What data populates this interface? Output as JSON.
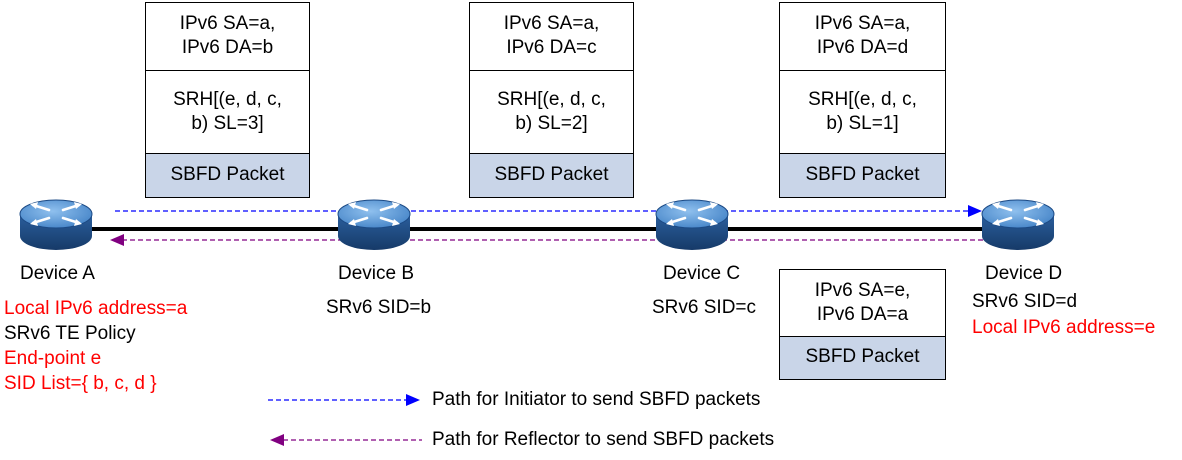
{
  "colors": {
    "initiator_arrow": "#0000ff",
    "reflector_arrow": "#800080",
    "highlight_text": "#ff0000",
    "sbfd_fill": "#c9d5e8"
  },
  "devices": [
    {
      "name": "Device A",
      "icon": "router-icon"
    },
    {
      "name": "Device B",
      "icon": "router-icon",
      "sid": "SRv6 SID=b"
    },
    {
      "name": "Device C",
      "icon": "router-icon",
      "sid": "SRv6 SID=c"
    },
    {
      "name": "Device D",
      "icon": "router-icon",
      "sid": "SRv6 SID=d",
      "local": "Local IPv6 address=e"
    }
  ],
  "device_a_info": {
    "local": "Local IPv6 address=a",
    "policy": "SRv6 TE Policy",
    "endpoint": "End-point e",
    "sidlist": "SID List={ b, c, d }"
  },
  "packets": [
    {
      "header_l1": "IPv6 SA=a,",
      "header_l2": "IPv6 DA=b",
      "srh_l1": "SRH[(e, d, c,",
      "srh_l2": "b) SL=3]",
      "payload": "SBFD Packet"
    },
    {
      "header_l1": "IPv6 SA=a,",
      "header_l2": "IPv6 DA=c",
      "srh_l1": "SRH[(e, d, c,",
      "srh_l2": "b) SL=2]",
      "payload": "SBFD Packet"
    },
    {
      "header_l1": "IPv6 SA=a,",
      "header_l2": "IPv6 DA=d",
      "srh_l1": "SRH[(e, d, c,",
      "srh_l2": "b) SL=1]",
      "payload": "SBFD Packet"
    }
  ],
  "reflector_packet": {
    "header_l1": "IPv6 SA=e,",
    "header_l2": "IPv6 DA=a",
    "payload": "SBFD Packet"
  },
  "legend": {
    "initiator": "Path for Initiator to send SBFD packets",
    "reflector": "Path for Reflector to send SBFD packets"
  }
}
